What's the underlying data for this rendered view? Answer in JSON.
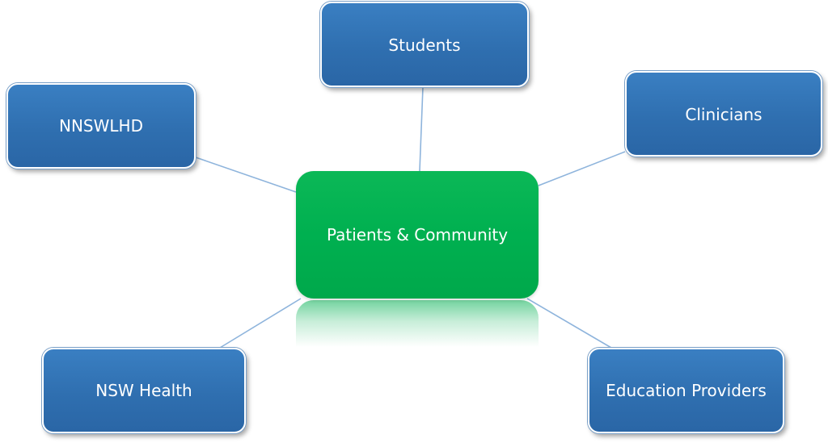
{
  "diagram": {
    "center": {
      "label": "Patients & Community",
      "color": "#00b050"
    },
    "nodes": {
      "students": {
        "label": "Students"
      },
      "nnswlhd": {
        "label": "NNSWLHD"
      },
      "clinicians": {
        "label": "Clinicians"
      },
      "nsw_health": {
        "label": "NSW Health"
      },
      "education": {
        "label": "Education Providers"
      }
    },
    "node_color": "#2e6db0",
    "connector_color": "#8eb4dc"
  }
}
